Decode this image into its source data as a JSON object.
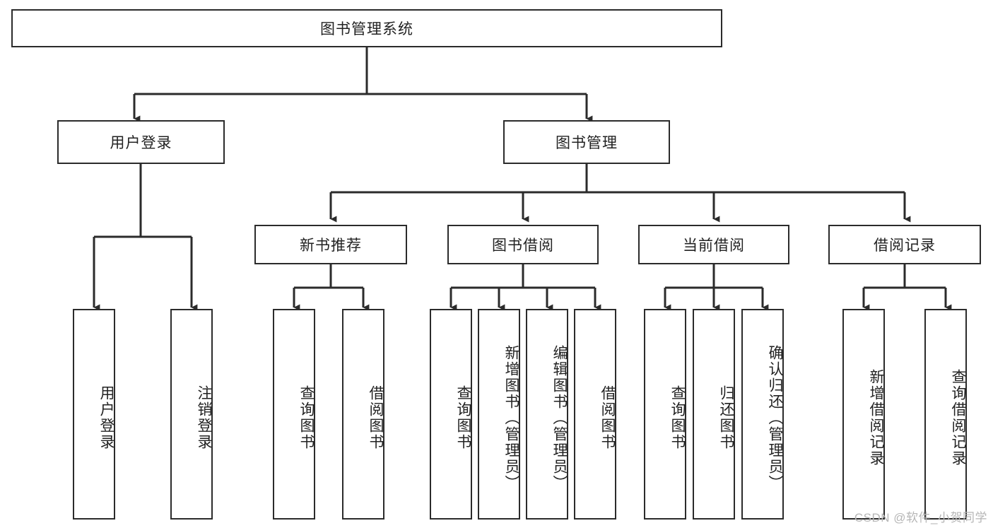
{
  "diagram": {
    "title": "图书管理系统",
    "root": {
      "label": "图书管理系统"
    },
    "level2": [
      {
        "label": "用户登录"
      },
      {
        "label": "图书管理"
      }
    ],
    "level3": [
      {
        "label": "新书推荐"
      },
      {
        "label": "图书借阅"
      },
      {
        "label": "当前借阅"
      },
      {
        "label": "借阅记录"
      }
    ],
    "leaves": {
      "user_login": [
        {
          "label": "用户登录"
        },
        {
          "label": "注销登录"
        }
      ],
      "new_book_recommend": [
        {
          "label": "查询图书"
        },
        {
          "label": "借阅图书"
        }
      ],
      "book_borrow": [
        {
          "label": "查询图书"
        },
        {
          "label": "新增图书（管理员）"
        },
        {
          "label": "编辑图书（管理员）"
        },
        {
          "label": "借阅图书"
        }
      ],
      "current_borrow": [
        {
          "label": "查询图书"
        },
        {
          "label": "归还图书"
        },
        {
          "label": "确认归还（管理员）"
        }
      ],
      "borrow_record": [
        {
          "label": "新增借阅记录"
        },
        {
          "label": "查询借阅记录"
        }
      ]
    }
  },
  "watermark": {
    "text": "CSDN @软件_小贺同学"
  },
  "colors": {
    "stroke": "#2b2b2b",
    "box_fill": "#ffffff",
    "text": "#222222",
    "watermark": "#b6b6b6"
  }
}
